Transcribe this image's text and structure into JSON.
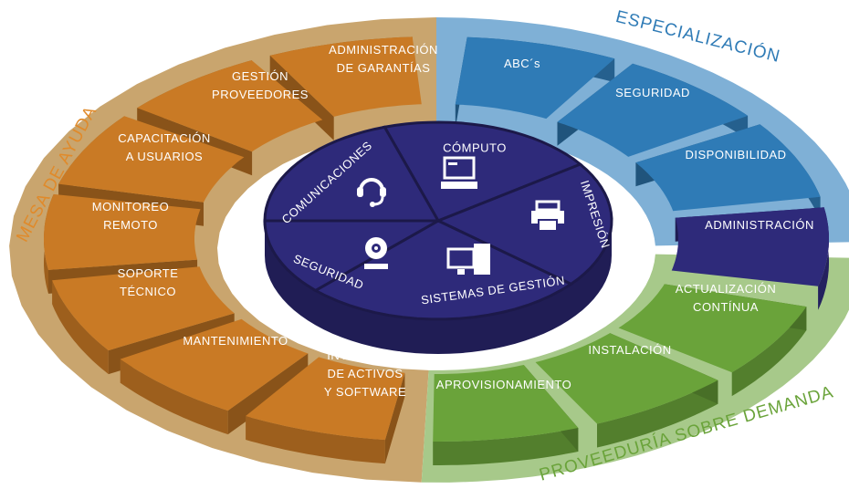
{
  "groups": {
    "mesa": {
      "title": "MESA DE AYUDA",
      "color": "#c97a25",
      "ring": "#c9a56e",
      "items": [
        "INVENTARIO\nDE ACTIVOS\nY SOFTWARE",
        "MANTENIMIENTO",
        "SOPORTE\nTÉCNICO",
        "MONITOREO\nREMOTO",
        "CAPACITACIÓN\nA USUARIOS",
        "GESTIÓN\nPROVEEDORES",
        "ADMINISTRACIÓN\nDE GARANTÍAS"
      ]
    },
    "especializacion": {
      "title": "ESPECIALIZACIÓN",
      "color": "#2f7bb6",
      "ring": "#7fb0d6",
      "items": [
        "ABC´s",
        "SEGURIDAD",
        "DISPONIBILIDAD",
        "ADMINISTRACIÓN"
      ]
    },
    "proveeduria": {
      "title": "PROVEEDURÍA SOBRE DEMANDA",
      "color": "#6aa33a",
      "ring": "#a7c98a",
      "items": [
        "ACTUALIZACIÓN\nCONTÍNUA",
        "INSTALACIÓN",
        "APROVISIONAMIENTO"
      ]
    }
  },
  "core": {
    "color": "#2e2a7a",
    "items": [
      {
        "label": "CÓMPUTO",
        "icon": "computer-icon"
      },
      {
        "label": "IMPRESIÓN",
        "icon": "printer-icon"
      },
      {
        "label": "SISTEMAS DE GESTIÓN",
        "icon": "workstation-icon"
      },
      {
        "label": "SEGURIDAD",
        "icon": "webcam-icon"
      },
      {
        "label": "COMUNICACIONES",
        "icon": "headset-icon"
      }
    ]
  },
  "admin_color": "#2e2a7a"
}
